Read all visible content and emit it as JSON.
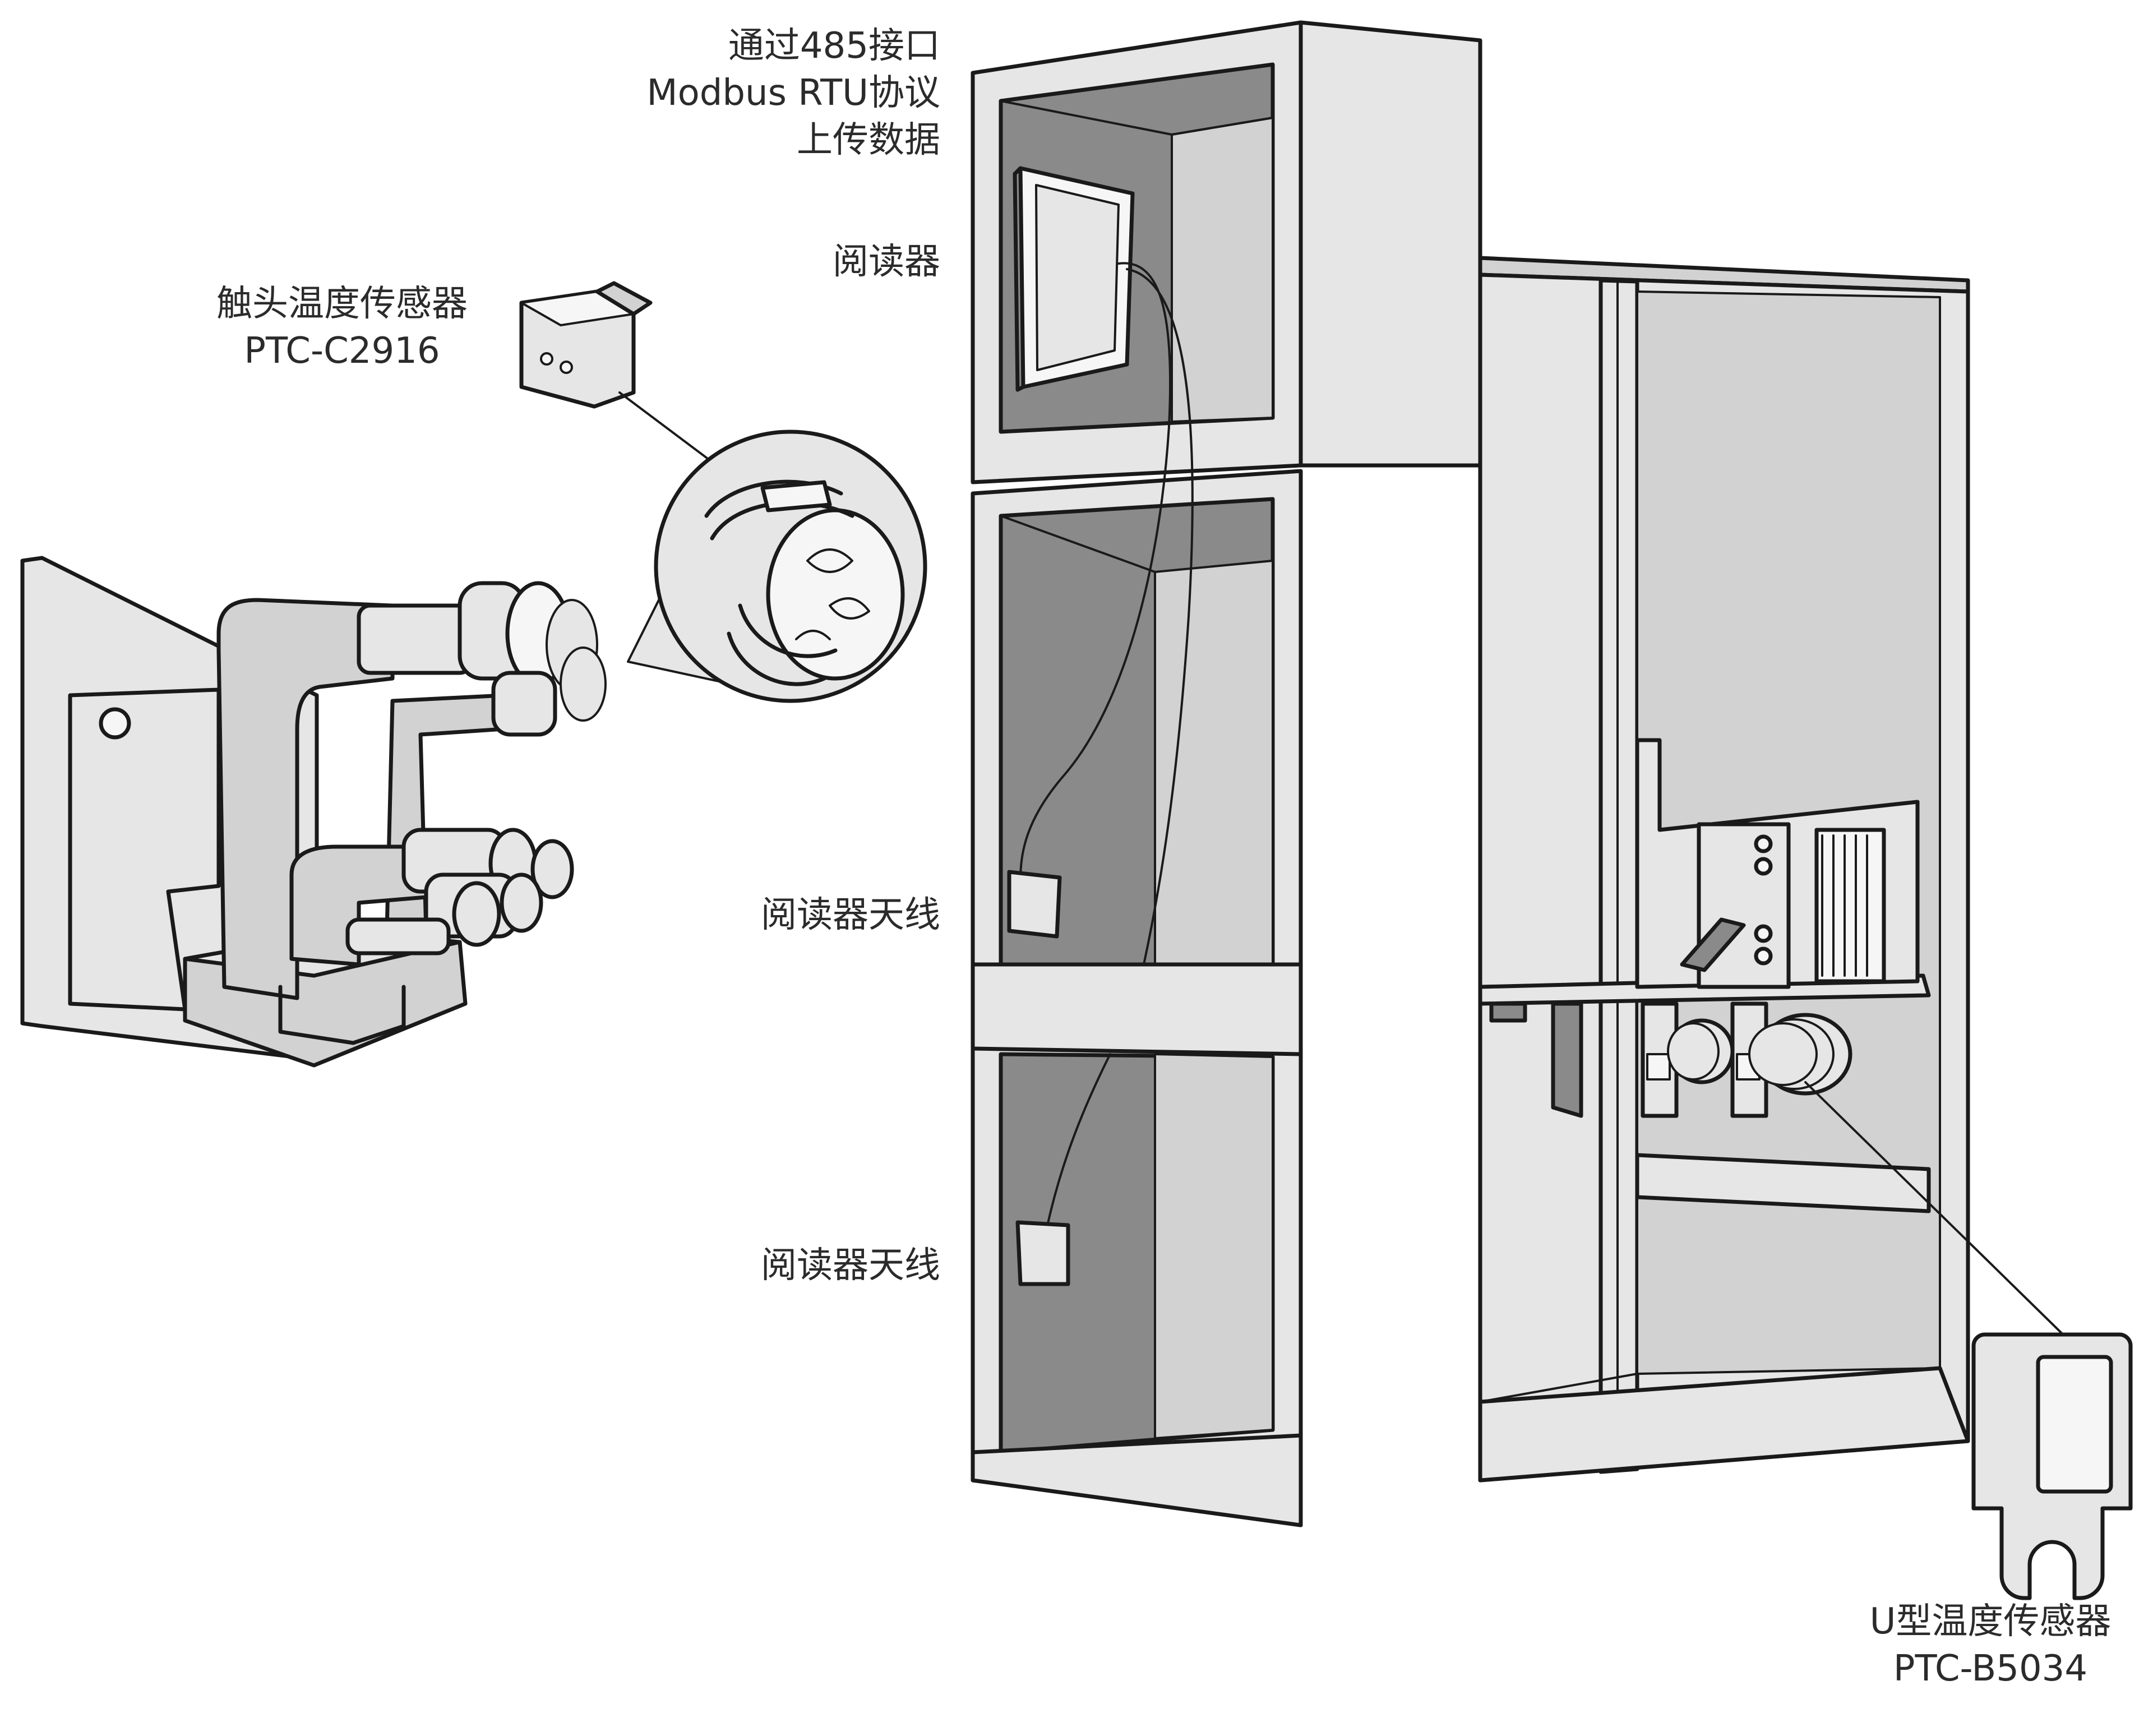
{
  "labels": {
    "uplink_line1": "通过485接口",
    "uplink_line2": "Modbus RTU协议",
    "uplink_line3": "上传数据",
    "reader": "阅读器",
    "contact_sensor_name": "触头温度传感器",
    "contact_sensor_model": "PTC-C2916",
    "reader_antenna_1": "阅读器天线",
    "reader_antenna_2": "阅读器天线",
    "u_sensor_name": "U型温度传感器",
    "u_sensor_model": "PTC-B5034"
  },
  "colors": {
    "panel_light": "#e6e6e6",
    "panel_dark": "#8a8a8a",
    "stroke": "#1a1a1a",
    "text": "#2b2b2b"
  }
}
